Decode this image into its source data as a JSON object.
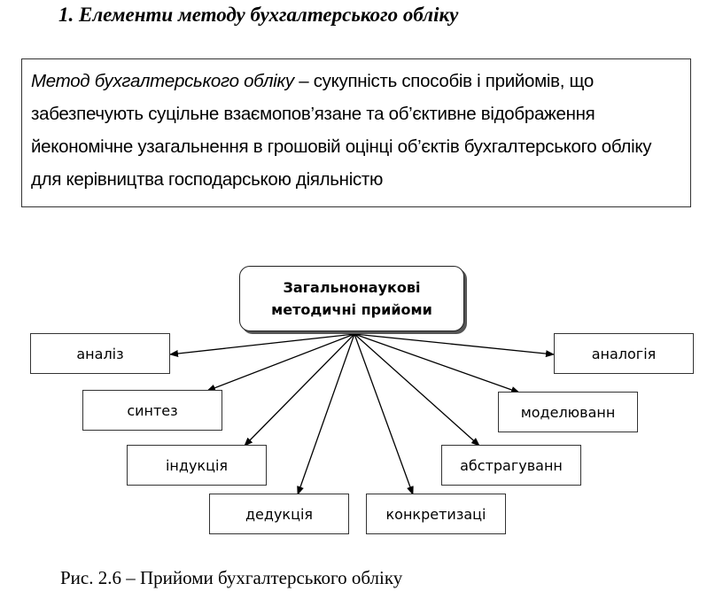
{
  "heading": "1. Елементи методу бухгалтерського обліку",
  "definition": {
    "term": "Метод бухгалтерського обліку",
    "text": " – сукупність способів і прийомів, що забезпечують суцільне взаємопов’язане та об’єктивне відображення йекономічне узагальнення в грошовій оцінці об’єктів бухгалтерського обліку для керівництва господарською діяльністю"
  },
  "diagram": {
    "center": {
      "line1": "Загальнонаукові",
      "line2": "методичні прийоми"
    },
    "nodes": [
      "аналіз",
      "аналогія",
      "синтез",
      "моделюванн",
      "індукція",
      "абстрагуванн",
      "дедукція",
      "конкретизаці"
    ]
  },
  "caption": "Рис. 2.6 – Прийоми бухгалтерського обліку"
}
